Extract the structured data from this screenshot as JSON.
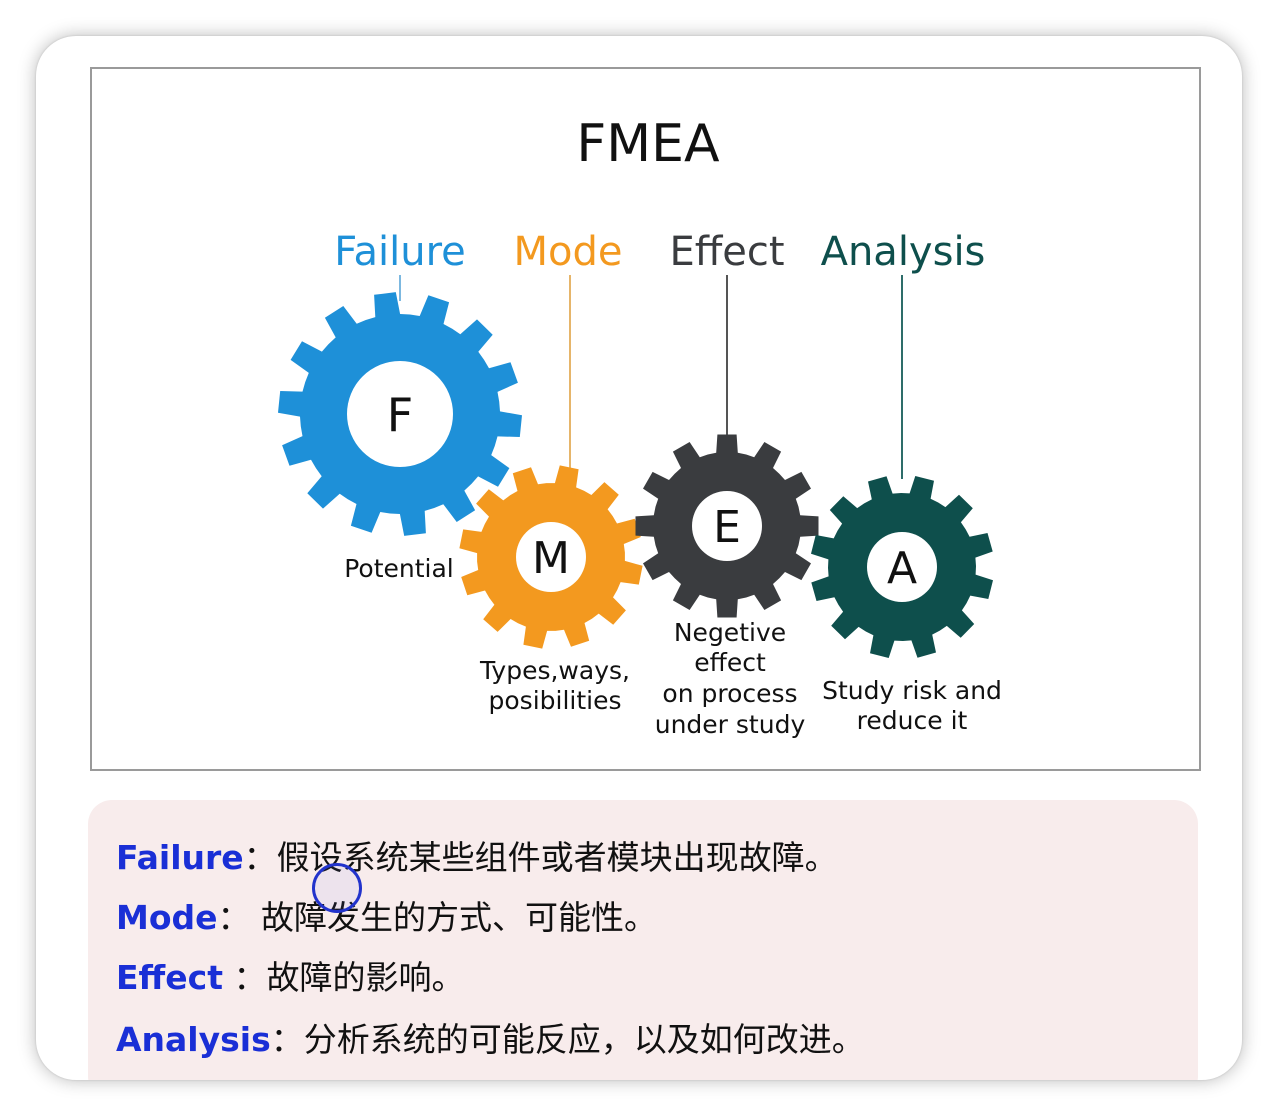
{
  "slide": {
    "title": "FMEA",
    "columns": [
      {
        "heading": "Failure",
        "letter": "F",
        "caption": [
          "Potential"
        ],
        "color": "#1e90d8"
      },
      {
        "heading": "Mode",
        "letter": "M",
        "caption": [
          "Types,ways,",
          "posibilities"
        ],
        "color": "#f3991f"
      },
      {
        "heading": "Effect",
        "letter": "E",
        "caption": [
          "Negetive",
          "effect",
          "on process",
          "under study"
        ],
        "color": "#3a3c3f"
      },
      {
        "heading": "Analysis",
        "letter": "A",
        "caption": [
          "Study risk and",
          "reduce it"
        ],
        "color": "#0e4f4c"
      }
    ]
  },
  "notes": [
    {
      "term": "Failure",
      "sep": "：",
      "desc": "假设系统某些组件或者模块出现故障。"
    },
    {
      "term": "Mode",
      "sep": "：  ",
      "desc": "故障发生的方式、可能性。"
    },
    {
      "term": "Effect",
      "sep": "  ：",
      "desc": "故障的影响。"
    },
    {
      "term": "Analysis",
      "sep": "：",
      "desc": "分析系统的可能反应，以及如何改进。"
    }
  ],
  "colors": {
    "note_term": "#1a2fd6",
    "notes_background": "#f8ecec",
    "heading_failure": "#1e90d8",
    "heading_mode": "#f3991f",
    "heading_effect": "#3a3c3f",
    "heading_analysis": "#0e4f4c"
  },
  "icons": [
    "gear-icon",
    "cursor-ring-icon"
  ]
}
